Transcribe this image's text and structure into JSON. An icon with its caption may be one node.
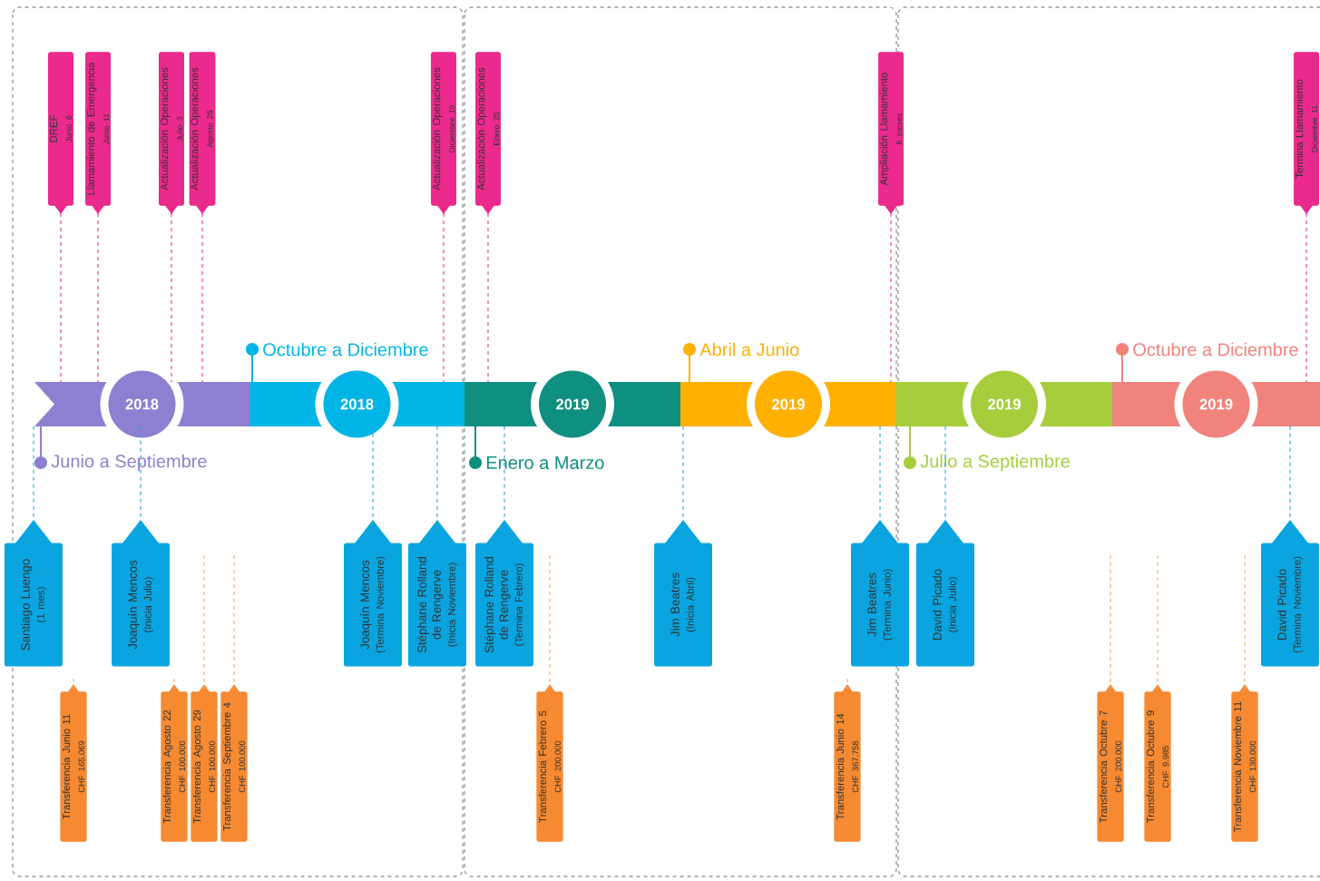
{
  "diagram": {
    "nodes": [
      {
        "text": [
          "2018"
        ],
        "beside": [
          "Junio a Septiembre"
        ]
      },
      {
        "text": [
          "2018"
        ],
        "beside": [
          "Octubre a Diciembre"
        ]
      },
      {
        "text": [
          "2019"
        ],
        "beside": [
          "Enero a Marzo"
        ]
      },
      {
        "text": [
          "2019"
        ],
        "beside": [
          "Abril a Junio"
        ]
      },
      {
        "text": [
          "2019"
        ],
        "beside": [
          "Julio a Septiembre"
        ]
      },
      {
        "text": [
          "2019"
        ],
        "beside": [
          "Octubre a Diciembre"
        ]
      },
      {
        "text": [
          "DREF",
          "Junio 6"
        ]
      },
      {
        "text": [
          "Llamamiento de Emergencia",
          "Junio 11"
        ]
      },
      {
        "text": [
          "Actualización Operaciones",
          "Julio 3"
        ]
      },
      {
        "text": [
          "Actualización Operaciones",
          "Agosto 26"
        ]
      },
      {
        "text": [
          "Actualización Operaciones",
          "Diciembre 19"
        ]
      },
      {
        "text": [
          "Actualización Operaciones",
          "Enero 25"
        ]
      },
      {
        "text": [
          "Ampliación Llamamiento",
          "6 meses"
        ]
      },
      {
        "text": [
          "Termina Llamamiento",
          "Diciembre 11"
        ]
      },
      {
        "text": [
          "Santiago Luengo",
          "(1 mes)"
        ]
      },
      {
        "text": [
          "Joaquín Mencos",
          "(Inicia Julio)"
        ]
      },
      {
        "text": [
          "Joaquín Mencos",
          "(Termina Noviembre)"
        ]
      },
      {
        "text": [
          "Stéphane Rolland de Rengerve",
          "(Inicia Noviembre)"
        ]
      },
      {
        "text": [
          "Stéphane Rolland de Rengerve",
          "(Termina Febrero)"
        ]
      },
      {
        "text": [
          "Jim Beatres",
          "(Inicia Abril)"
        ]
      },
      {
        "text": [
          "Jim Beatres",
          "(Termina Junio)"
        ]
      },
      {
        "text": [
          "David Picado",
          "(Inicia Julio)"
        ]
      },
      {
        "text": [
          "David Picado",
          "(Termina Noviembre)"
        ]
      },
      {
        "text": [
          "Transferencia Junio 11",
          "CHF 165.069"
        ]
      },
      {
        "text": [
          "Transferencia Agosto 22",
          "CHF 100.000"
        ]
      },
      {
        "text": [
          "Transferencia Agosto 29",
          "CHF 100.000"
        ]
      },
      {
        "text": [
          "Transferencia Septiembre 4",
          "CHF 100.000"
        ]
      },
      {
        "text": [
          "Transferencia Febrero 5",
          "CHF 200.000"
        ]
      },
      {
        "text": [
          "Transferencia Junio 14",
          "CHF 367.758"
        ]
      },
      {
        "text": [
          "Transferencia Octubre 7",
          "CHF 200.000"
        ]
      },
      {
        "text": [
          "Transferencia Octubre 9",
          "CHF 9.985"
        ]
      },
      {
        "text": [
          "Transferencia Noviembre 11",
          "CHF 130.000"
        ]
      }
    ],
    "edges": [
      {
        "from": 6,
        "to": 0,
        "arrow": "none",
        "style": "dashed",
        "color": "#ea2a8c"
      },
      {
        "from": 7,
        "to": 0,
        "arrow": "none",
        "style": "dashed",
        "color": "#ea2a8c"
      },
      {
        "from": 8,
        "to": 0,
        "arrow": "none",
        "style": "dashed",
        "color": "#ea2a8c"
      },
      {
        "from": 9,
        "to": 0,
        "arrow": "none",
        "style": "dashed",
        "color": "#ea2a8c"
      },
      {
        "from": 10,
        "to": 1,
        "arrow": "none",
        "style": "dashed",
        "color": "#ea2a8c"
      },
      {
        "from": 11,
        "to": 2,
        "arrow": "none",
        "style": "dashed",
        "color": "#ea2a8c"
      },
      {
        "from": 12,
        "to": 3,
        "arrow": "none",
        "style": "dashed",
        "color": "#ea2a8c"
      },
      {
        "from": 13,
        "to": 5,
        "arrow": "none",
        "style": "dashed",
        "color": "#ea2a8c"
      },
      {
        "from": 0,
        "to": 14,
        "arrow": "none",
        "style": "dashed",
        "color": "#1aa3dc"
      },
      {
        "from": 0,
        "to": 15,
        "arrow": "none",
        "style": "dashed",
        "color": "#1aa3dc"
      },
      {
        "from": 1,
        "to": 16,
        "arrow": "none",
        "style": "dashed",
        "color": "#1aa3dc"
      },
      {
        "from": 1,
        "to": 17,
        "arrow": "none",
        "style": "dashed",
        "color": "#1aa3dc"
      },
      {
        "from": 2,
        "to": 18,
        "arrow": "none",
        "style": "dashed",
        "color": "#1aa3dc"
      },
      {
        "from": 3,
        "to": 19,
        "arrow": "none",
        "style": "dashed",
        "color": "#1aa3dc"
      },
      {
        "from": 3,
        "to": 20,
        "arrow": "none",
        "style": "dashed",
        "color": "#1aa3dc"
      },
      {
        "from": 4,
        "to": 21,
        "arrow": "none",
        "style": "dashed",
        "color": "#1aa3dc"
      },
      {
        "from": 5,
        "to": 22,
        "arrow": "none",
        "style": "dashed",
        "color": "#1aa3dc"
      },
      {
        "from": null,
        "to": 23,
        "arrow": "none",
        "style": "dashed",
        "color": "#f5a35e"
      },
      {
        "from": null,
        "to": 24,
        "arrow": "none",
        "style": "dashed",
        "color": "#f5a35e"
      },
      {
        "from": null,
        "to": 25,
        "arrow": "none",
        "style": "dashed",
        "color": "#f5a35e"
      },
      {
        "from": null,
        "to": 26,
        "arrow": "none",
        "style": "dashed",
        "color": "#f5a35e"
      },
      {
        "from": null,
        "to": 27,
        "arrow": "none",
        "style": "dashed",
        "color": "#f5a35e"
      },
      {
        "from": null,
        "to": 28,
        "arrow": "none",
        "style": "dashed",
        "color": "#f5a35e"
      },
      {
        "from": null,
        "to": 29,
        "arrow": "none",
        "style": "dashed",
        "color": "#f5a35e"
      },
      {
        "from": null,
        "to": 30,
        "arrow": "none",
        "style": "dashed",
        "color": "#f5a35e"
      },
      {
        "from": null,
        "to": 31,
        "arrow": "none",
        "style": "dashed",
        "color": "#f5a35e"
      }
    ]
  }
}
